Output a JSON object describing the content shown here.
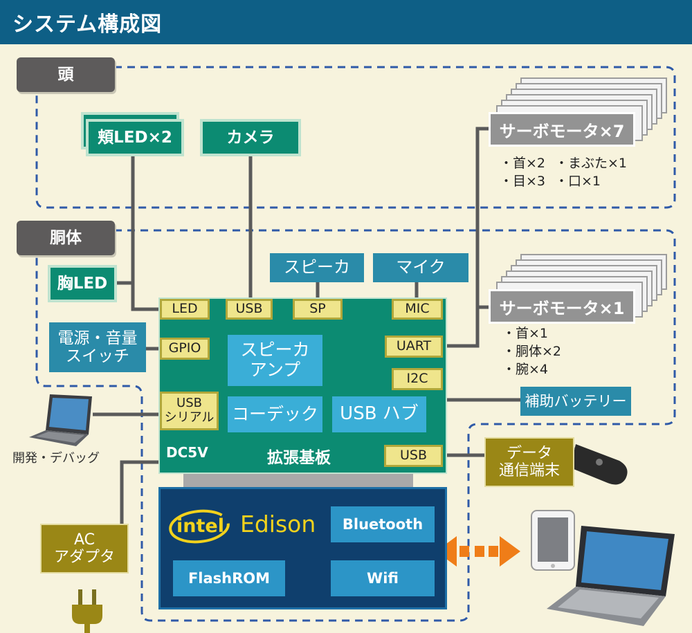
{
  "title": "システム構成図",
  "sections": {
    "head": "頭",
    "torso": "胴体"
  },
  "head_parts": {
    "cheek_led": "頬LED×2",
    "camera": "カメラ"
  },
  "torso_parts": {
    "chest_led": "胸LED",
    "power_switch": "電源・音量\nスイッチ",
    "speaker": "スピーカ",
    "mic": "マイク",
    "aux_battery": "補助バッテリー"
  },
  "servo_head": {
    "label": "サーボモータ×7",
    "notes": [
      "・首×2",
      "・まぶた×1",
      "・目×3",
      "・口×1"
    ]
  },
  "servo_body": {
    "label": "サーボモータ×1",
    "notes": [
      "・首×1",
      "・胴体×2",
      "・腕×4"
    ]
  },
  "board": {
    "name": "拡張基板",
    "dc5v": "DC5V",
    "ports": {
      "led": "LED",
      "usb_top": "USB",
      "sp": "SP",
      "mic": "MIC",
      "gpio": "GPIO",
      "uart": "UART",
      "i2c": "I2C",
      "usb_serial": "USB\nシリアル",
      "usb_bottom": "USB"
    },
    "inner": {
      "speaker_amp": "スピーカ\nアンプ",
      "codec": "コーデック",
      "usb_hub": "USB ハブ"
    }
  },
  "edison": {
    "brand": "intel",
    "product": "Edison",
    "bluetooth": "Bluetooth",
    "flashrom": "FlashROM",
    "wifi": "Wifi"
  },
  "external": {
    "dev_debug": "開発・デバッグ",
    "ac_adapter": "AC\nアダプタ",
    "data_terminal": "データ\n通信端末"
  },
  "colors": {
    "title_bar": "#0e5f86",
    "background": "#f7f3dd",
    "board_green": "#0c8b72",
    "edison_navy": "#0f3f6d",
    "arrow_orange": "#ef7d18",
    "dashed_line": "#2f5aa8"
  }
}
